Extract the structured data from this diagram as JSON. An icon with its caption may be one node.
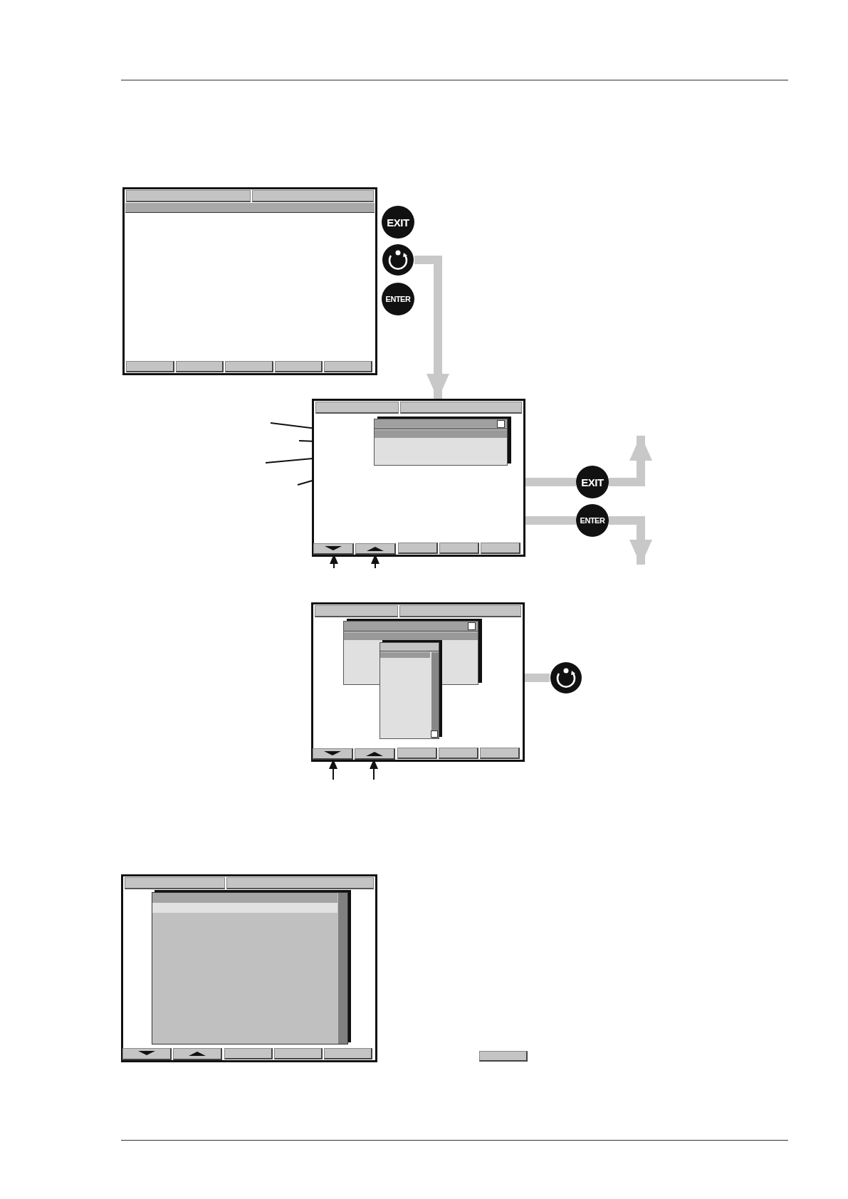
{
  "diagram": {
    "nodes": [
      {
        "text": [],
        "shape": "box"
      },
      {
        "text": [
          "EXIT"
        ]
      },
      {
        "text": [],
        "shape": "circle"
      },
      {
        "text": [
          "ENTER"
        ]
      },
      {
        "text": [],
        "shape": "box"
      },
      {
        "text": [],
        "shape": "box",
        "in": 4
      },
      {
        "text": [],
        "shape": "box",
        "in": 4
      },
      {
        "text": [],
        "shape": "box",
        "in": 4
      },
      {
        "text": [
          "EXIT"
        ]
      },
      {
        "text": [
          "ENTER"
        ]
      },
      {
        "text": [],
        "shape": "box"
      },
      {
        "text": [],
        "shape": "box",
        "in": 10
      },
      {
        "text": [],
        "shape": "box",
        "in": 10
      },
      {
        "text": [],
        "shape": "box",
        "in": 10
      },
      {
        "text": [],
        "shape": "box",
        "in": 10
      },
      {
        "text": [],
        "shape": "circle"
      },
      {
        "text": [],
        "shape": "box"
      },
      {
        "text": [],
        "shape": "box",
        "in": 16
      },
      {
        "text": [],
        "shape": "box",
        "in": 16
      },
      {
        "text": [],
        "shape": "box",
        "in": 16
      },
      {
        "text": [],
        "shape": "box"
      },
      {
        "text": [],
        "shape": "bar",
        "in": 0
      },
      {
        "text": [],
        "shape": "bar",
        "in": 0
      },
      {
        "text": [],
        "shape": "bar",
        "in": 0
      },
      {
        "text": [],
        "shape": "bar",
        "in": 4
      },
      {
        "text": [],
        "shape": "bar",
        "in": 4
      },
      {
        "text": [],
        "shape": "bar",
        "in": 10
      },
      {
        "text": [],
        "shape": "bar",
        "in": 10
      },
      {
        "text": [],
        "shape": "bar",
        "in": 16
      },
      {
        "text": [],
        "shape": "bar",
        "in": 16
      }
    ],
    "edges": [
      {
        "from": 2,
        "to": 4,
        "arrow": "to",
        "style": "thick",
        "color": "#c8c8c8"
      },
      {
        "from": 4,
        "to": 8,
        "arrow": "none",
        "style": "thick",
        "color": "#c8c8c8"
      },
      {
        "from": 8,
        "to": null,
        "arrow": "to",
        "style": "thick",
        "color": "#c8c8c8"
      },
      {
        "from": 4,
        "to": 9,
        "arrow": "none",
        "style": "thick",
        "color": "#c8c8c8"
      },
      {
        "from": 9,
        "to": null,
        "arrow": "to",
        "style": "thick",
        "color": "#c8c8c8"
      },
      {
        "from": null,
        "to": 5,
        "arrow": "to"
      },
      {
        "from": null,
        "to": 5,
        "arrow": "to"
      },
      {
        "from": null,
        "to": 5,
        "arrow": "to"
      },
      {
        "from": null,
        "to": 5,
        "arrow": "to"
      },
      {
        "from": null,
        "to": 6,
        "arrow": "to"
      },
      {
        "from": null,
        "to": 7,
        "arrow": "to"
      },
      {
        "from": 10,
        "to": 15,
        "arrow": "none",
        "style": "thick",
        "color": "#c8c8c8"
      },
      {
        "from": null,
        "to": 13,
        "arrow": "to"
      },
      {
        "from": null,
        "to": 14,
        "arrow": "to"
      }
    ]
  }
}
